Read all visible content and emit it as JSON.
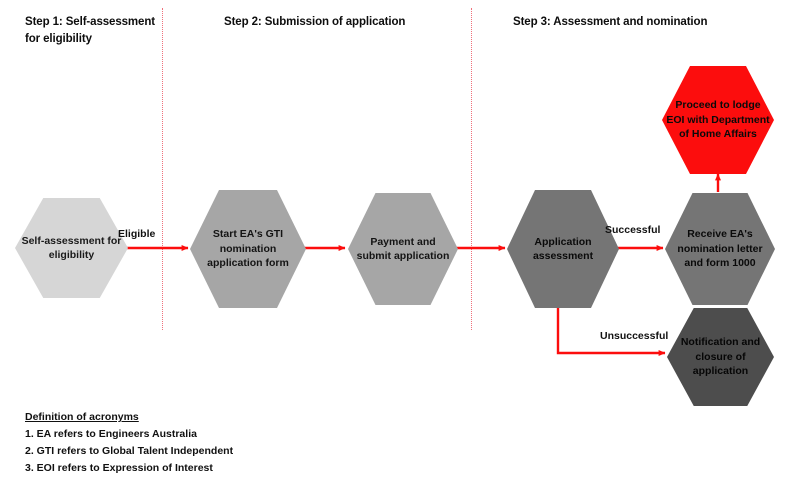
{
  "steps": [
    {
      "id": "step-1",
      "title": "Step 1: Self-assessment for eligibility"
    },
    {
      "id": "step-2",
      "title": "Step 2: Submission of application"
    },
    {
      "id": "step-3",
      "title": "Step 3: Assessment and nomination"
    }
  ],
  "nodes": [
    {
      "id": "self-assessment",
      "label": "Self-assessment for eligibility",
      "color": "#d6d6d6"
    },
    {
      "id": "start-form",
      "label": "Start EA's GTI nomination application form",
      "color": "#a6a6a6"
    },
    {
      "id": "payment",
      "label": "Payment and submit application",
      "color": "#a6a6a6"
    },
    {
      "id": "assessment",
      "label": "Application assessment",
      "color": "#757575"
    },
    {
      "id": "receive-letter",
      "label": "Receive EA's nomination letter and form 1000",
      "color": "#757575"
    },
    {
      "id": "proceed-eoi",
      "label": "Proceed to lodge EOI with Department of Home Affairs",
      "color": "#fc0d0d"
    },
    {
      "id": "notification",
      "label": "Notification and closure of application",
      "color": "#4d4d4d"
    }
  ],
  "edges": [
    {
      "id": "eligible",
      "label": "Eligible",
      "from": "self-assessment",
      "to": "start-form"
    },
    {
      "id": "submit",
      "label": "",
      "from": "start-form",
      "to": "payment"
    },
    {
      "id": "to-assess",
      "label": "",
      "from": "payment",
      "to": "assessment"
    },
    {
      "id": "successful",
      "label": "Successful",
      "from": "assessment",
      "to": "receive-letter"
    },
    {
      "id": "unsuccessful",
      "label": "Unsuccessful",
      "from": "assessment",
      "to": "notification"
    },
    {
      "id": "to-eoi",
      "label": "",
      "from": "receive-letter",
      "to": "proceed-eoi"
    }
  ],
  "legend": {
    "title": "Definition of acronyms",
    "items": [
      "1. EA refers to Engineers Australia",
      "2. GTI refers to Global Talent Independent",
      "3. EOI refers to Expression of Interest"
    ]
  },
  "colors": {
    "arrow": "#fc0d0d",
    "divider": "#f0707a",
    "background": "#ffffff"
  }
}
